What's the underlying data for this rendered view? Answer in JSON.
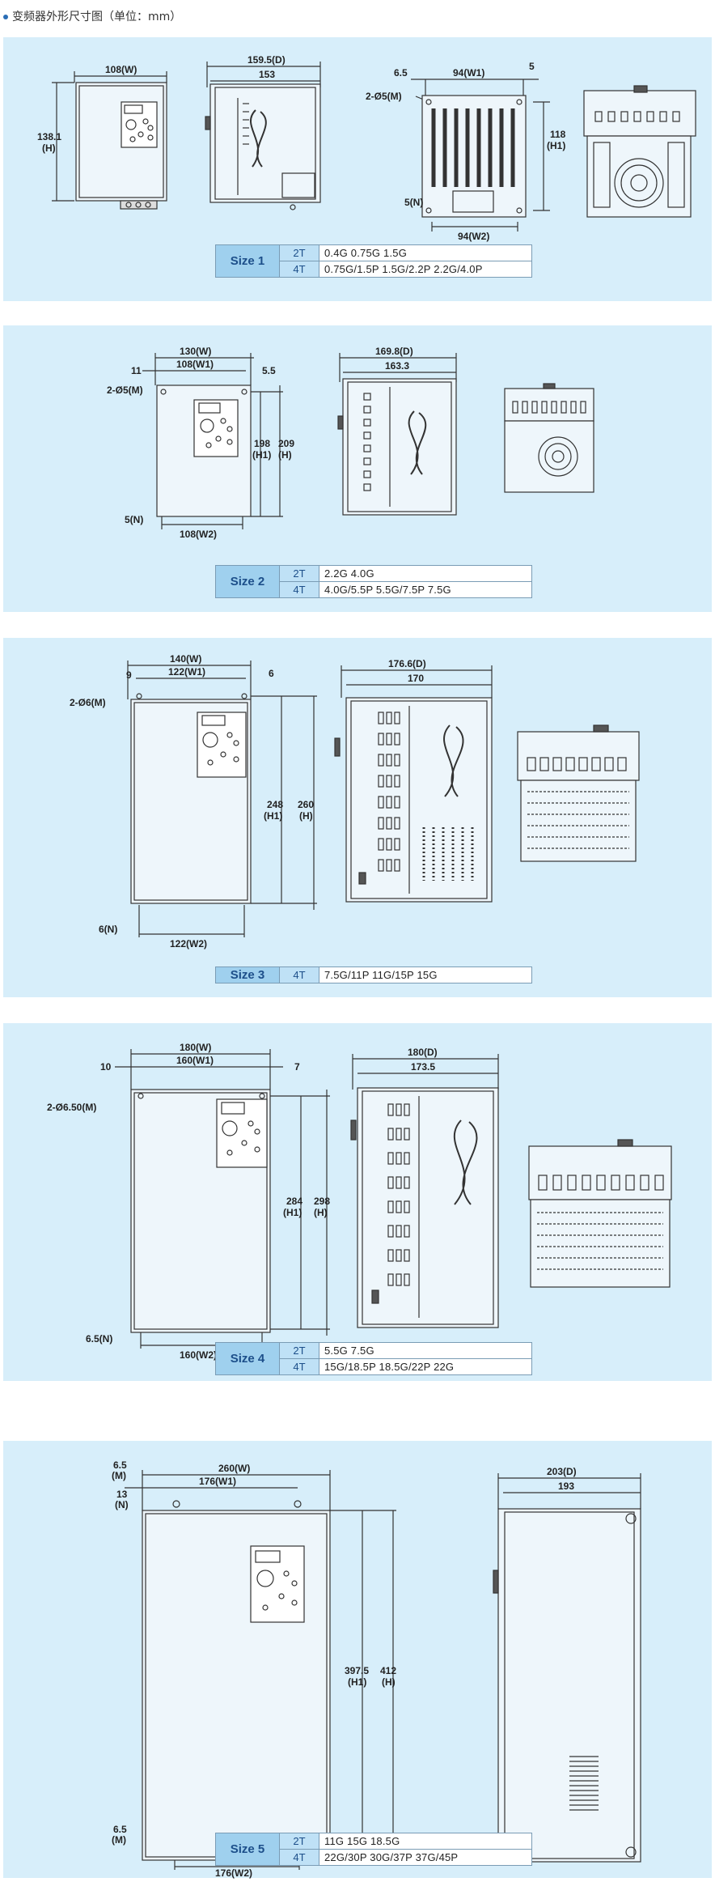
{
  "page_title": "变频器外形尺寸图（单位：mm）",
  "sizes": [
    {
      "name": "Size 1",
      "rows": [
        {
          "voltage": "2T",
          "models": "0.4G  0.75G  1.5G"
        },
        {
          "voltage": "4T",
          "models": "0.75G/1.5P  1.5G/2.2P  2.2G/4.0P"
        }
      ],
      "dims": {
        "W": "108(W)",
        "H": "138.1",
        "H_sub": "(H)",
        "D": "159.5(D)",
        "D_inner": "153",
        "W1": "94(W1)",
        "A": "6.5",
        "B": "5",
        "hole": "2-Ø5(M)",
        "H1": "118",
        "H1_sub": "(H1)",
        "N": "5(N)",
        "W2": "94(W2)"
      }
    },
    {
      "name": "Size 2",
      "rows": [
        {
          "voltage": "2T",
          "models": "2.2G  4.0G"
        },
        {
          "voltage": "4T",
          "models": "4.0G/5.5P  5.5G/7.5P  7.5G"
        }
      ],
      "dims": {
        "W": "130(W)",
        "W1": "108(W1)",
        "A": "11",
        "B": "5.5",
        "hole": "2-Ø5(M)",
        "H1": "198",
        "H1_sub": "(H1)",
        "H": "209",
        "H_sub": "(H)",
        "N": "5(N)",
        "W2": "108(W2)",
        "D": "169.8(D)",
        "D_inner": "163.3"
      }
    },
    {
      "name": "Size 3",
      "rows": [
        {
          "voltage": "4T",
          "models": "7.5G/11P  11G/15P  15G"
        }
      ],
      "dims": {
        "W": "140(W)",
        "A": "9",
        "W1": "122(W1)",
        "B": "6",
        "hole": "2-Ø6(M)",
        "H1": "248",
        "H1_sub": "(H1)",
        "H": "260",
        "H_sub": "(H)",
        "N": "6(N)",
        "W2": "122(W2)",
        "D": "176.6(D)",
        "D_inner": "170"
      }
    },
    {
      "name": "Size 4",
      "rows": [
        {
          "voltage": "2T",
          "models": "5.5G  7.5G"
        },
        {
          "voltage": "4T",
          "models": "15G/18.5P  18.5G/22P  22G"
        }
      ],
      "dims": {
        "W": "180(W)",
        "A": "10",
        "W1": "160(W1)",
        "B": "7",
        "hole": "2-Ø6.50(M)",
        "H1": "284",
        "H1_sub": "(H1)",
        "H": "298",
        "H_sub": "(H)",
        "N": "6.5(N)",
        "W2": "160(W2)",
        "D": "180(D)",
        "D_inner": "173.5"
      }
    },
    {
      "name": "Size 5",
      "rows": [
        {
          "voltage": "2T",
          "models": "11G  15G  18.5G"
        },
        {
          "voltage": "4T",
          "models": "22G/30P  30G/37P  37G/45P"
        }
      ],
      "dims": {
        "W": "260(W)",
        "A": "6.5",
        "A_sub": "(M)",
        "W1": "176(W1)",
        "C": "13",
        "C_sub": "(N)",
        "H1": "397.5",
        "H1_sub": "(H1)",
        "H": "412",
        "H_sub": "(H)",
        "E": "6.5",
        "E_sub": "(M)",
        "W2": "176(W2)",
        "D": "203(D)",
        "D_inner": "193"
      }
    }
  ],
  "colors": {
    "panel": "#d7eefa",
    "size_cell": "#9fd0ee",
    "volt_cell": "#bfe1f6",
    "line": "#333333"
  }
}
